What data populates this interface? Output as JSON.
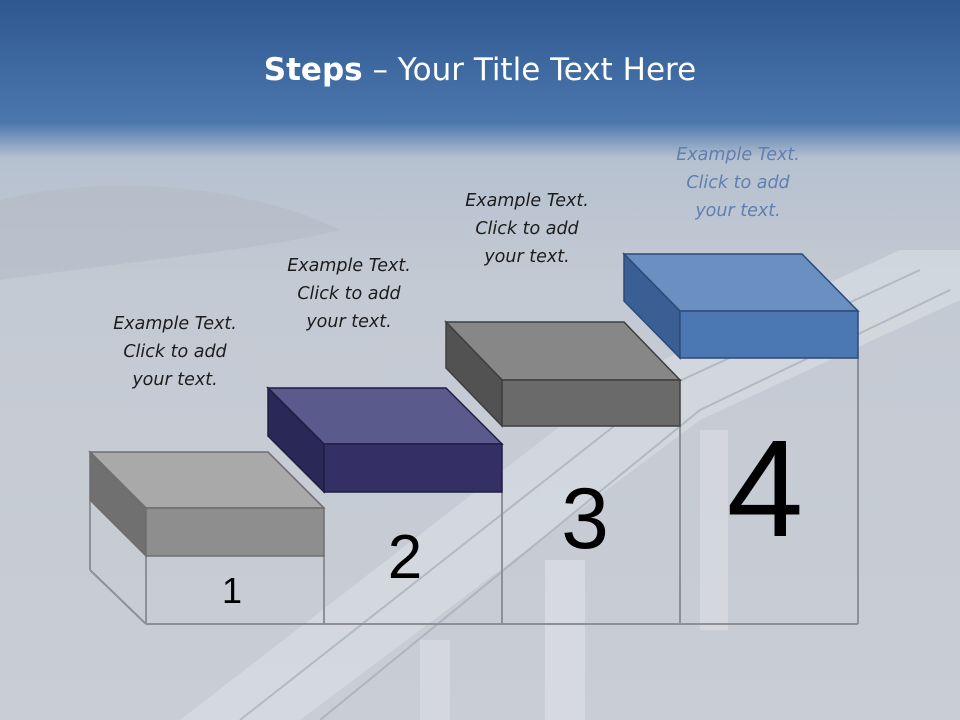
{
  "slide": {
    "title_bold": "Steps",
    "title_rest": " – Your Title Text Here"
  },
  "steps": [
    {
      "number": "1",
      "caption": [
        "Example Text.",
        "Click  to add",
        "your text."
      ],
      "face_color": "#8e8e8e",
      "top_color": "#a9a9a9",
      "side_color": "#707070"
    },
    {
      "number": "2",
      "caption": [
        "Example Text.",
        "Click  to add",
        "your text."
      ],
      "face_color": "#343066",
      "top_color": "#5b5a8c",
      "side_color": "#2a2856"
    },
    {
      "number": "3",
      "caption": [
        "Example Text.",
        "Click  to add",
        "your text."
      ],
      "face_color": "#6a6a6a",
      "top_color": "#878787",
      "side_color": "#525252"
    },
    {
      "number": "4",
      "caption": [
        "Example Text.",
        "Click  to add",
        "your text."
      ],
      "face_color": "#4b78b2",
      "top_color": "#6a8fc1",
      "side_color": "#3a5f94"
    }
  ],
  "colors": {
    "step4_caption": "#5f7fb0",
    "outline": "#8e9096"
  }
}
